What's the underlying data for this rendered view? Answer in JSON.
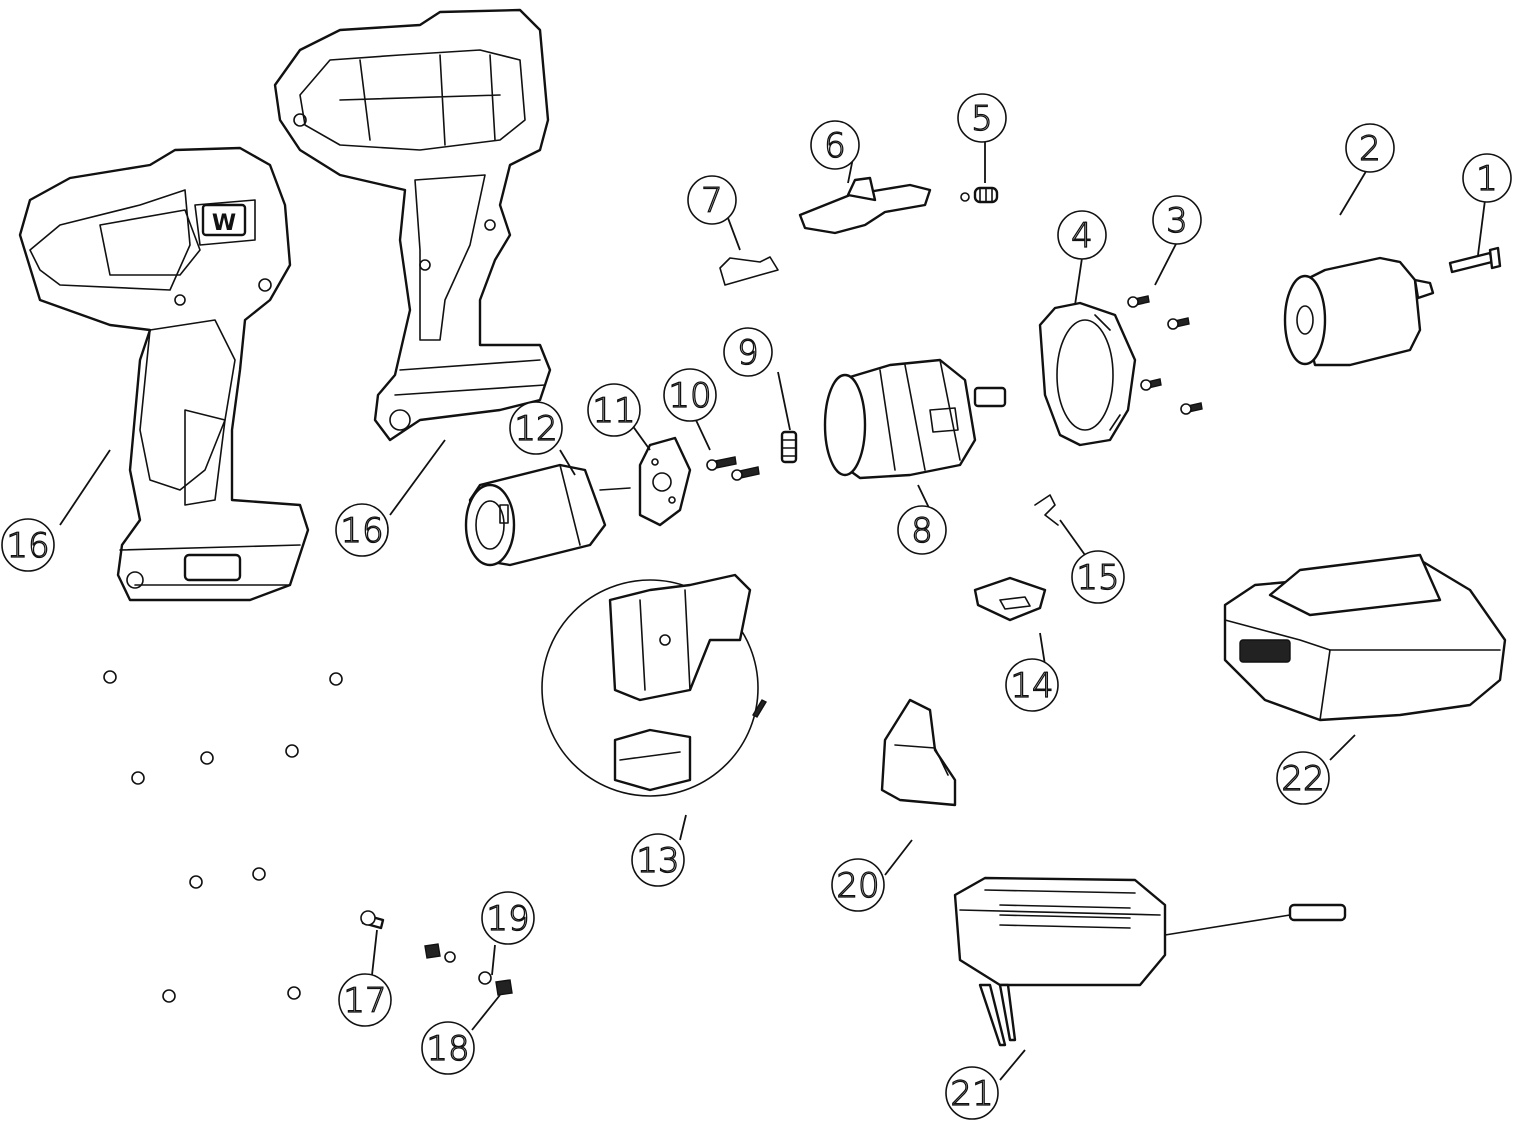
{
  "diagram": {
    "type": "exploded parts diagram",
    "background": "#ffffff",
    "line_color": "#111111",
    "callouts": [
      {
        "id": "c1",
        "label": "1"
      },
      {
        "id": "c2",
        "label": "2"
      },
      {
        "id": "c3",
        "label": "3"
      },
      {
        "id": "c4",
        "label": "4"
      },
      {
        "id": "c5",
        "label": "5"
      },
      {
        "id": "c6",
        "label": "6"
      },
      {
        "id": "c7",
        "label": "7"
      },
      {
        "id": "c8",
        "label": "8"
      },
      {
        "id": "c9",
        "label": "9"
      },
      {
        "id": "c10",
        "label": "10"
      },
      {
        "id": "c11",
        "label": "11"
      },
      {
        "id": "c12",
        "label": "12"
      },
      {
        "id": "c13",
        "label": "13"
      },
      {
        "id": "c14",
        "label": "14"
      },
      {
        "id": "c15",
        "label": "15"
      },
      {
        "id": "c16a",
        "label": "16"
      },
      {
        "id": "c16b",
        "label": "16"
      },
      {
        "id": "c17",
        "label": "17"
      },
      {
        "id": "c18",
        "label": "18"
      },
      {
        "id": "c19",
        "label": "19"
      },
      {
        "id": "c20",
        "label": "20"
      },
      {
        "id": "c21",
        "label": "21"
      },
      {
        "id": "c22",
        "label": "22"
      }
    ],
    "housing_logo": "W"
  }
}
